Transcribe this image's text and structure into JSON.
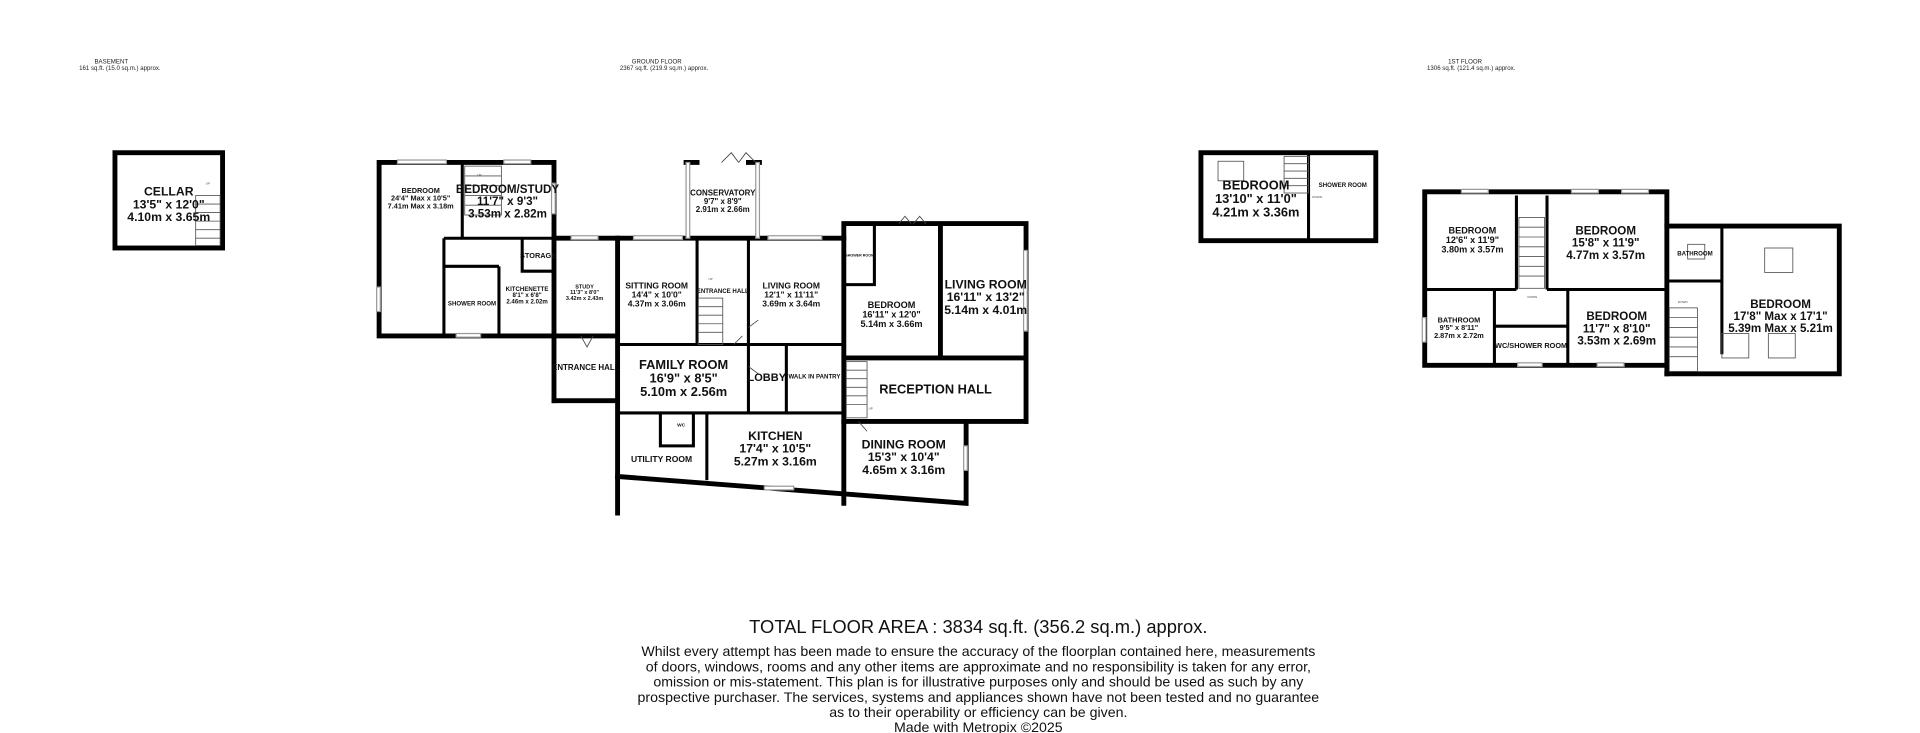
{
  "floors": [
    {
      "name": "BASEMENT",
      "area": "161 sq.ft. (15.0 sq.m.) approx.",
      "rooms": [
        {
          "name": "CELLAR",
          "imperial": "13'5\"  x 12'0\"",
          "metric": "4.10m  x 3.65m"
        }
      ]
    },
    {
      "name": "GROUND FLOOR",
      "area": "2367 sq.ft. (219.9 sq.m.) approx.",
      "rooms": [
        {
          "name": "BEDROOM",
          "imperial": "24'4\" Max x 10'5\"",
          "metric": "7.41m Max x 3.18m"
        },
        {
          "name": "BEDROOM/STUDY",
          "imperial": "11'7\"  x 9'3\"",
          "metric": "3.53m  x 2.82m"
        },
        {
          "name": "STORAGE"
        },
        {
          "name": "SHOWER ROOM"
        },
        {
          "name": "KITCHENETTE",
          "imperial": "8'1\"  x 6'8\"",
          "metric": "2.46m  x 2.02m"
        },
        {
          "name": "STUDY",
          "imperial": "11'3\"  x 8'0\"",
          "metric": "3.42m  x 2.43m"
        },
        {
          "name": "SITTING ROOM",
          "imperial": "14'4\"  x 10'0\"",
          "metric": "4.37m  x 3.06m"
        },
        {
          "name": "CONSERVATORY",
          "imperial": "9'7\"  x 8'9\"",
          "metric": "2.91m  x 2.66m"
        },
        {
          "name": "ENTRANCE HALL"
        },
        {
          "name": "LIVING ROOM",
          "imperial": "12'1\"  x 11'11\"",
          "metric": "3.69m  x 3.64m"
        },
        {
          "name": "SHOWER ROOM"
        },
        {
          "name": "BEDROOM",
          "imperial": "16'11\"  x 12'0\"",
          "metric": "5.14m  x 3.66m"
        },
        {
          "name": "LIVING ROOM",
          "imperial": "16'11\"  x 13'2\"",
          "metric": "5.14m  x 4.01m"
        },
        {
          "name": "ENTRANCE HALL"
        },
        {
          "name": "FAMILY ROOM",
          "imperial": "16'9\"  x 8'5\"",
          "metric": "5.10m  x 2.56m"
        },
        {
          "name": "LOBBY"
        },
        {
          "name": "WALK IN PANTRY"
        },
        {
          "name": "RECEPTION HALL"
        },
        {
          "name": "WC"
        },
        {
          "name": "UTILITY ROOM"
        },
        {
          "name": "KITCHEN",
          "imperial": "17'4\"  x 10'5\"",
          "metric": "5.27m  x 3.16m"
        },
        {
          "name": "DINING ROOM",
          "imperial": "15'3\"  x 10'4\"",
          "metric": "4.65m  x 3.16m"
        }
      ]
    },
    {
      "name": "1ST FLOOR",
      "area": "1306 sq.ft. (121.4 sq.m.) approx.",
      "rooms": [
        {
          "name": "BEDROOM",
          "imperial": "13'10\"  x 11'0\"",
          "metric": "4.21m  x 3.36m"
        },
        {
          "name": "SHOWER ROOM"
        },
        {
          "name": "BEDROOM",
          "imperial": "12'6\"  x 11'9\"",
          "metric": "3.80m  x 3.57m"
        },
        {
          "name": "BEDROOM",
          "imperial": "15'8\"  x 11'9\"",
          "metric": "4.77m  x 3.57m"
        },
        {
          "name": "BATHROOM",
          "imperial": "9'5\"  x 8'11\"",
          "metric": "2.87m  x 2.72m"
        },
        {
          "name": "WC/SHOWER ROOM"
        },
        {
          "name": "BEDROOM",
          "imperial": "11'7\"  x 8'10\"",
          "metric": "3.53m  x 2.69m"
        },
        {
          "name": "BATHROOM"
        },
        {
          "name": "BEDROOM",
          "imperial": "17'8\" Max x 17'1\"",
          "metric": "5.39m Max x 5.21m"
        }
      ]
    }
  ],
  "stairs": {
    "up": "UP",
    "down": "DOWN"
  },
  "footer": {
    "total": "TOTAL FLOOR AREA : 3834 sq.ft. (356.2 sq.m.) approx.",
    "disclaimer": [
      "Whilst every attempt has been made to ensure the accuracy of the floorplan contained here, measurements",
      "of doors, windows, rooms and any other items are approximate and no responsibility is taken for any error,",
      "omission or mis-statement. This plan is for illustrative purposes only and should be used as such by any",
      "prospective purchaser. The services, systems and appliances shown have not been tested and no guarantee",
      "as to their operability or efficiency can be given."
    ],
    "credit": "Made with Metropix ©2025"
  }
}
